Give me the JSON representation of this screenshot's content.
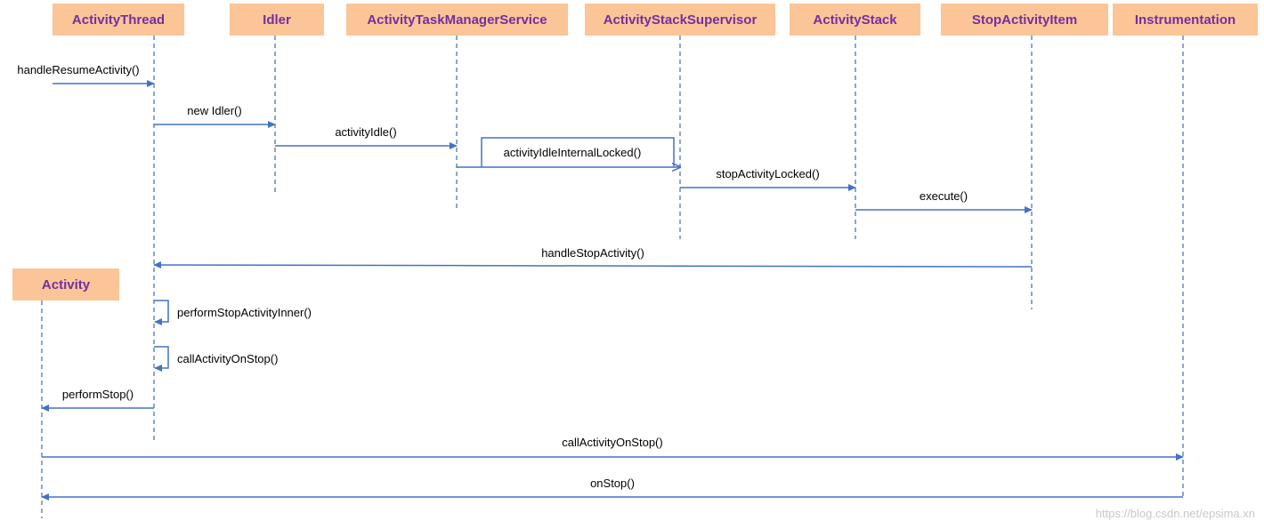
{
  "lifelines": [
    {
      "id": "activity_thread",
      "label": "ActivityThread"
    },
    {
      "id": "idler",
      "label": "Idler"
    },
    {
      "id": "atms",
      "label": "ActivityTaskManagerService"
    },
    {
      "id": "supervisor",
      "label": "ActivityStackSupervisor"
    },
    {
      "id": "activity_stack",
      "label": "ActivityStack"
    },
    {
      "id": "stop_item",
      "label": "StopActivityItem"
    },
    {
      "id": "instrumentation",
      "label": "Instrumentation"
    },
    {
      "id": "activity",
      "label": "Activity"
    }
  ],
  "messages": [
    {
      "id": "m1",
      "label": "handleResumeActivity()",
      "from": "external",
      "to": "activity_thread"
    },
    {
      "id": "m2",
      "label": "new Idler()",
      "from": "activity_thread",
      "to": "idler"
    },
    {
      "id": "m3",
      "label": "activityIdle()",
      "from": "idler",
      "to": "atms"
    },
    {
      "id": "m4",
      "label": "activityIdleInternalLocked()",
      "from": "atms",
      "to": "supervisor"
    },
    {
      "id": "m5",
      "label": "stopActivityLocked()",
      "from": "supervisor",
      "to": "activity_stack"
    },
    {
      "id": "m6",
      "label": "execute()",
      "from": "activity_stack",
      "to": "stop_item"
    },
    {
      "id": "m7",
      "label": "handleStopActivity()",
      "from": "stop_item",
      "to": "activity_thread"
    },
    {
      "id": "m8",
      "label": "performStopActivityInner()",
      "from": "activity_thread",
      "to": "activity_thread"
    },
    {
      "id": "m9",
      "label": "callActivityOnStop()",
      "from": "activity_thread",
      "to": "activity_thread"
    },
    {
      "id": "m10",
      "label": "performStop()",
      "from": "activity_thread",
      "to": "activity"
    },
    {
      "id": "m11",
      "label": "callActivityOnStop()",
      "from": "activity",
      "to": "instrumentation"
    },
    {
      "id": "m12",
      "label": "onStop()",
      "from": "instrumentation",
      "to": "activity"
    }
  ],
  "watermark": "https://blog.csdn.net/epsima.xn",
  "colors": {
    "box_fill": "#fbc597",
    "label_text": "#7030a0",
    "arrow": "#4472c4"
  }
}
